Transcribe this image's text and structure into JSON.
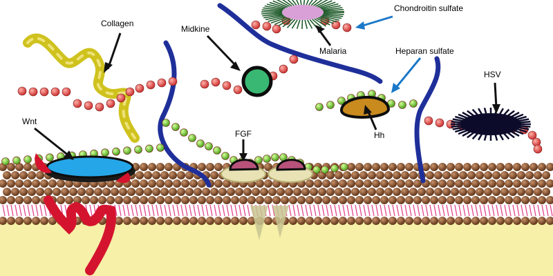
{
  "labels": {
    "collagen": "Collagen",
    "midkine": "Midkine",
    "malaria": "Malaria",
    "chondroitin": "Chondroitin sulfate",
    "heparan": "Heparan sulfate",
    "hsv": "HSV",
    "wnt": "Wnt",
    "fgf": "FGF",
    "hh": "Hh"
  },
  "colors": {
    "membrane_bead": "#7a4a2a",
    "cytoplasm": "#f6f0a8",
    "chain_red": "#e05555",
    "chain_green": "#7fd03a",
    "proteoglycan_core": "#1f2f9a",
    "collagen": "#cfc21e",
    "wnt": "#25a6e8",
    "midkine": "#39b873",
    "hh": "#c98a1e",
    "fgf": "#b8527a",
    "malaria": "#d9a0d8",
    "hsv": "#0c0c2a",
    "arrow_blue": "#1b78c8",
    "receptor_red": "#d4142e"
  }
}
